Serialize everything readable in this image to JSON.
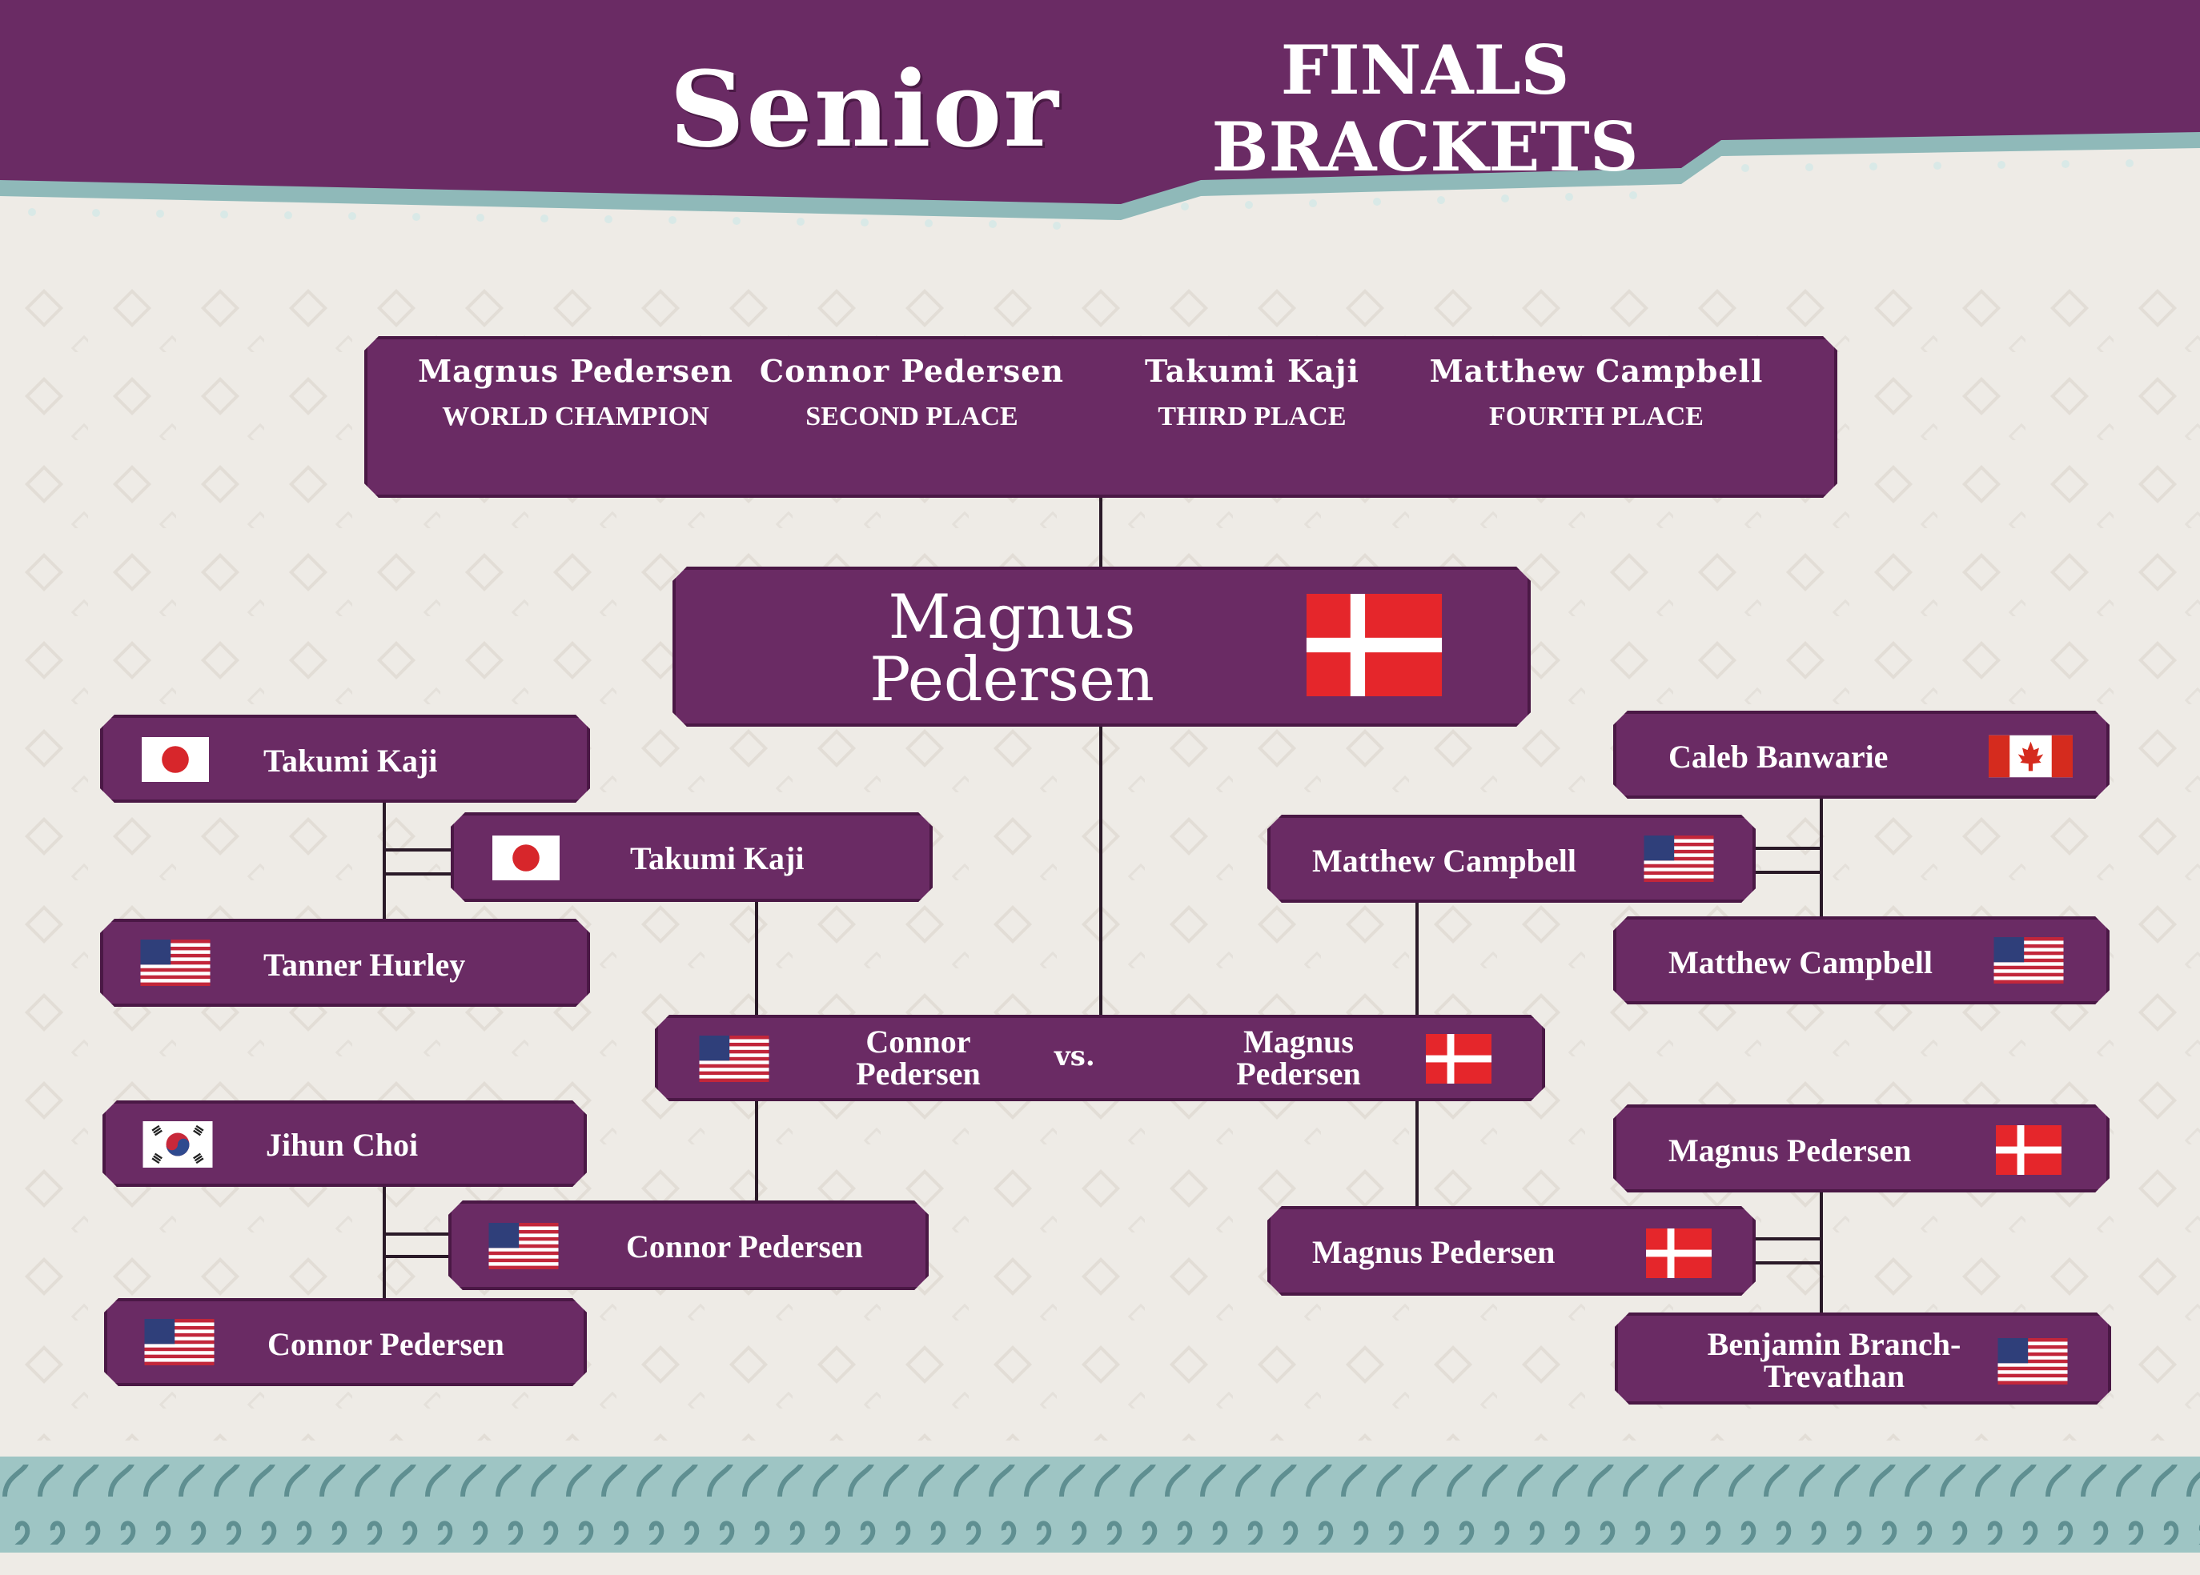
{
  "title": {
    "senior": "Senior",
    "finals_line1": "FINALS",
    "finals_line2": "BRACKETS"
  },
  "podium": [
    {
      "name": "Magnus Pedersen",
      "place": "WORLD CHAMPION"
    },
    {
      "name": "Connor Pedersen",
      "place": "SECOND PLACE"
    },
    {
      "name": "Takumi Kaji",
      "place": "THIRD PLACE"
    },
    {
      "name": "Matthew Campbell",
      "place": "FOURTH PLACE"
    }
  ],
  "champion": {
    "name": "Magnus Pedersen",
    "flag": "denmark-flag"
  },
  "final": {
    "left": {
      "name": "Connor Pedersen",
      "flag": "usa-flag"
    },
    "vs": "vs.",
    "right": {
      "name": "Magnus Pedersen",
      "flag": "denmark-flag"
    }
  },
  "left_bracket": {
    "top_pair": [
      {
        "name": "Takumi Kaji",
        "flag": "japan-flag"
      },
      {
        "name": "Tanner Hurley",
        "flag": "usa-flag"
      }
    ],
    "top_winner": {
      "name": "Takumi Kaji",
      "flag": "japan-flag"
    },
    "bottom_pair": [
      {
        "name": "Jihun Choi",
        "flag": "korea-flag"
      },
      {
        "name": "Connor Pedersen",
        "flag": "usa-flag"
      }
    ],
    "bottom_winner": {
      "name": "Connor Pedersen",
      "flag": "usa-flag"
    }
  },
  "right_bracket": {
    "top_pair": [
      {
        "name": "Caleb Banwarie",
        "flag": "canada-flag"
      },
      {
        "name": "Matthew Campbell",
        "flag": "usa-flag"
      }
    ],
    "top_winner": {
      "name": "Matthew Campbell",
      "flag": "usa-flag"
    },
    "bottom_pair": [
      {
        "name": "Magnus Pedersen",
        "flag": "denmark-flag"
      },
      {
        "name": "Benjamin Branch-Trevathan",
        "flag": "usa-flag"
      }
    ],
    "bottom_winner": {
      "name": "Magnus Pedersen",
      "flag": "denmark-flag"
    }
  },
  "colors": {
    "purple": "#6a2b64",
    "purple_dark": "#4a1845",
    "teal": "#8fb9b9",
    "background": "#eeebe6"
  }
}
